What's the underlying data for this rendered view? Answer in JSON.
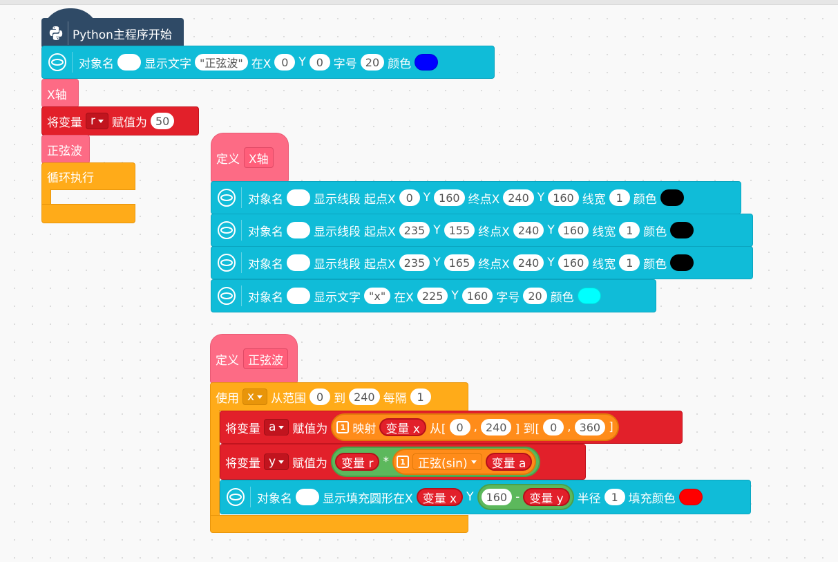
{
  "main_hat": {
    "label": "Python主程序开始"
  },
  "text_block_1": {
    "obj": "对象名",
    "action": "显示文字",
    "text": "\"正弦波\"",
    "at_x": "在X",
    "x": "0",
    "y_label": "Y",
    "y": "0",
    "size_label": "字号",
    "size": "20",
    "color_label": "颜色",
    "color": "#0000ff"
  },
  "call_xaxis": {
    "label": "X轴"
  },
  "set_r": {
    "prefix": "将变量",
    "var": "r",
    "assign": "赋值为",
    "value": "50"
  },
  "call_sine": {
    "label": "正弦波"
  },
  "loop": {
    "label": "循环执行"
  },
  "def_xaxis": {
    "define": "定义",
    "name": "X轴"
  },
  "lines": [
    {
      "obj": "对象名",
      "action": "显示线段",
      "start_x_label": "起点X",
      "sx": "0",
      "y_label": "Y",
      "sy": "160",
      "end_x_label": "终点X",
      "ex": "240",
      "y2_label": "Y",
      "ey": "160",
      "width_label": "线宽",
      "w": "1",
      "color_label": "颜色",
      "color": "#000000"
    },
    {
      "obj": "对象名",
      "action": "显示线段",
      "start_x_label": "起点X",
      "sx": "235",
      "y_label": "Y",
      "sy": "155",
      "end_x_label": "终点X",
      "ex": "240",
      "y2_label": "Y",
      "ey": "160",
      "width_label": "线宽",
      "w": "1",
      "color_label": "颜色",
      "color": "#000000"
    },
    {
      "obj": "对象名",
      "action": "显示线段",
      "start_x_label": "起点X",
      "sx": "235",
      "y_label": "Y",
      "sy": "165",
      "end_x_label": "终点X",
      "ex": "240",
      "y2_label": "Y",
      "ey": "160",
      "width_label": "线宽",
      "w": "1",
      "color_label": "颜色",
      "color": "#000000"
    }
  ],
  "text_block_x": {
    "obj": "对象名",
    "action": "显示文字",
    "text": "\"x\"",
    "at_x": "在X",
    "x": "225",
    "y_label": "Y",
    "y": "160",
    "size_label": "字号",
    "size": "20",
    "color_label": "颜色",
    "color": "#00ffff"
  },
  "def_sine": {
    "define": "定义",
    "name": "正弦波"
  },
  "for_loop": {
    "use": "使用",
    "var": "x",
    "from": "从范围",
    "start": "0",
    "to": "到",
    "end": "240",
    "step_label": "每隔",
    "step": "1"
  },
  "set_a": {
    "prefix": "将变量",
    "var": "a",
    "assign": "赋值为",
    "map": "映射",
    "var_x": "变量 x",
    "from": "从[",
    "f0": "0",
    "comma1": ",",
    "f1": "240",
    "to": "] 到[",
    "t0": "0",
    "comma2": ",",
    "t1": "360",
    "end": "]"
  },
  "set_y": {
    "prefix": "将变量",
    "var": "y",
    "assign": "赋值为",
    "var_r": "变量 r",
    "times": "*",
    "sin": "正弦(sin)",
    "var_a": "变量 a"
  },
  "circle_block": {
    "obj": "对象名",
    "action": "显示填充圆形在X",
    "var_x": "变量 x",
    "y_label": "Y",
    "y0": "160",
    "minus": "-",
    "var_y": "变量 y",
    "radius_label": "半径",
    "radius": "1",
    "fill_label": "填充颜色",
    "color": "#ff0000"
  }
}
